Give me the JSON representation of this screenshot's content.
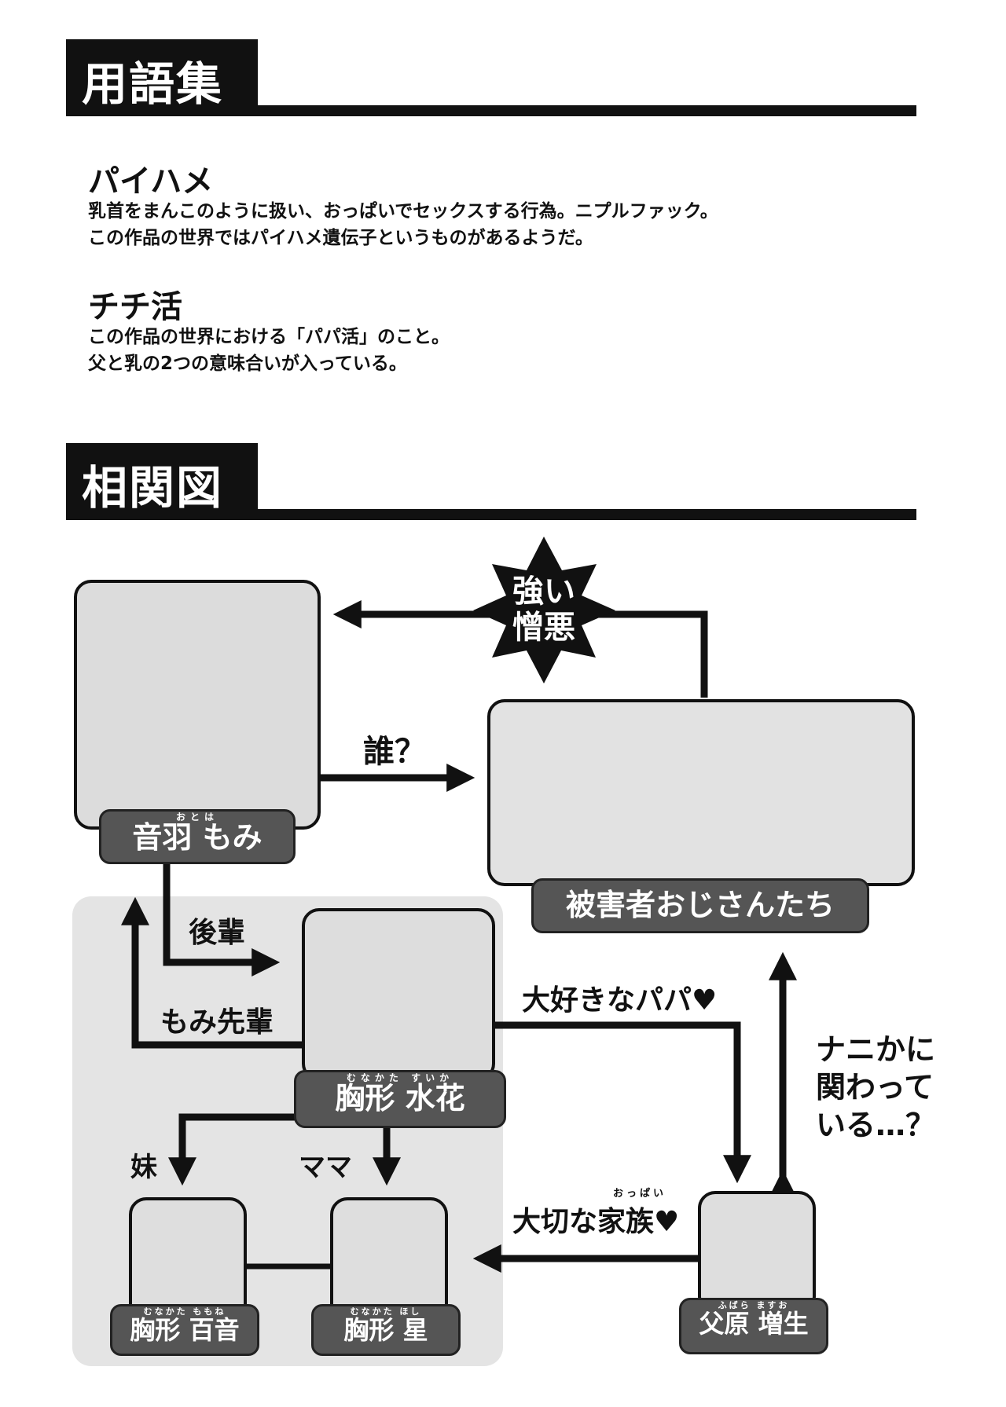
{
  "glossary": {
    "heading": "用語集",
    "terms": [
      {
        "term": "パイハメ",
        "lines": [
          "乳首をまんこのように扱い、おっぱいでセックスする行為。ニプルファック。",
          "この作品の世界ではパイハメ遺伝子というものがあるようだ。"
        ]
      },
      {
        "term": "チチ活",
        "lines": [
          "この作品の世界における「パパ活」のこと。",
          "父と乳の2つの意味合いが入っている。"
        ]
      }
    ]
  },
  "chart": {
    "heading": "相関図",
    "burst": [
      "強い",
      "憎悪"
    ],
    "characters": {
      "momi": {
        "ruby": "おとは",
        "name": "音羽 もみ"
      },
      "ojisans": {
        "name": "被害者おじさんたち"
      },
      "suika": {
        "ruby": "むなかた すいか",
        "name": "胸形 水花"
      },
      "momone": {
        "ruby": "むなかた ももね",
        "name": "胸形 百音"
      },
      "hoshi": {
        "ruby": "むなかた ほし",
        "name": "胸形 星"
      },
      "chichihara": {
        "ruby": "ふばら ますお",
        "name": "父原 増生"
      }
    },
    "relations": {
      "who": "誰？",
      "kouhai": "後輩",
      "senpai": "もみ先輩",
      "papa": "大好きなパパ♥",
      "nanika": [
        "ナニかに",
        "関わって",
        "いる…？"
      ],
      "imouto": "妹",
      "mama": "ママ",
      "kazoku_ruby": "おっぱい",
      "kazoku": "大切な家族♥"
    }
  }
}
